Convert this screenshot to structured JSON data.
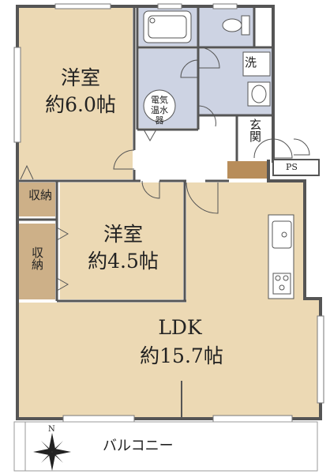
{
  "rooms": {
    "western_room_1": {
      "name": "洋室",
      "size": "約6.0帖"
    },
    "western_room_2": {
      "name": "洋室",
      "size": "約4.5帖"
    },
    "ldk": {
      "name": "LDK",
      "size": "約15.7帖"
    }
  },
  "labels": {
    "storage_1": "収納",
    "storage_2": "収納",
    "entrance": "玄関",
    "washroom": "洗",
    "water_heater": "電気温水器",
    "pipe_space": "PS",
    "balcony": "バルコニー",
    "north": "N"
  },
  "colors": {
    "room_floor": "#ecd9b4",
    "wet_area": "#cdd3e3",
    "storage_floor": "#cdb088",
    "entrance_floor": "#ffffff",
    "wall": "#555555",
    "shoebox": "#b88d5a"
  }
}
